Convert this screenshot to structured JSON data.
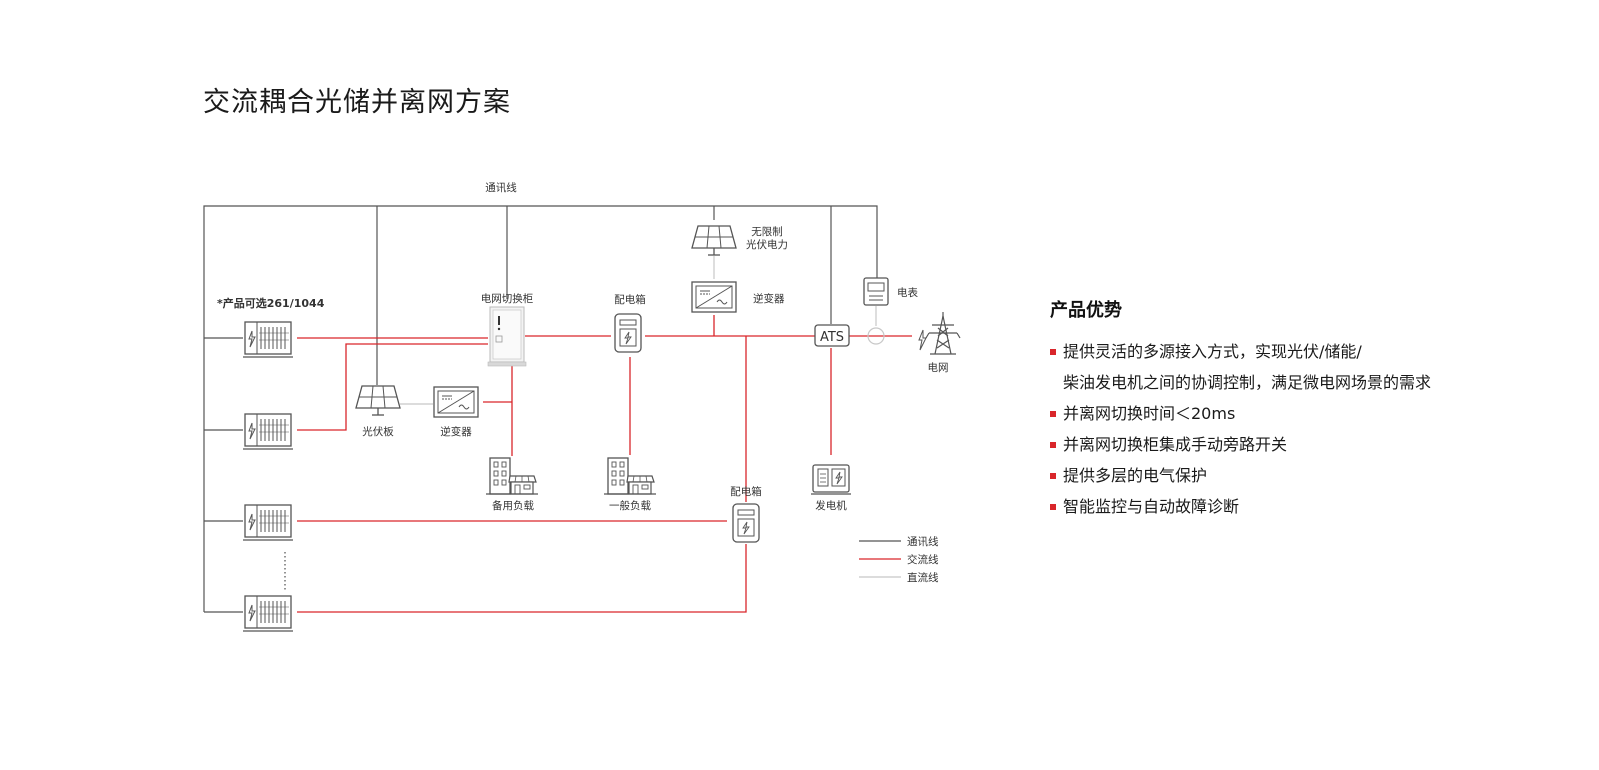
{
  "title": "交流耦合光储并离网方案",
  "diagram": {
    "labels": {
      "comm_line": "通讯线",
      "optional_products": "*产品可选261/1044",
      "grid_switch_cabinet": "电网切换柜",
      "distribution_box_1": "配电箱",
      "distribution_box_2": "配电箱",
      "unlimited_pv_1": "无限制",
      "unlimited_pv_2": "光伏电力",
      "inverter_top": "逆变器",
      "meter": "电表",
      "ats": "ATS",
      "grid": "电网",
      "pv_panel": "光伏板",
      "inverter_left": "逆变器",
      "backup_load": "备用负载",
      "general_load": "一般负载",
      "generator": "发电机"
    },
    "legend": [
      {
        "label": "通讯线",
        "color": "#555555"
      },
      {
        "label": "交流线",
        "color": "#d9262b"
      },
      {
        "label": "直流线",
        "color": "#c8c8c8"
      }
    ]
  },
  "advantages": {
    "title": "产品优势",
    "items": [
      {
        "line1": "提供灵活的多源接入方式，实现光伏/储能/",
        "line2": "柴油发电机之间的协调控制，满足微电网场景的需求"
      },
      {
        "line1": "并离网切换时间＜20ms"
      },
      {
        "line1": "并离网切换柜集成手动旁路开关"
      },
      {
        "line1": "提供多层的电气保护"
      },
      {
        "line1": "智能监控与自动故障诊断"
      }
    ]
  },
  "colors": {
    "ac": "#d9262b",
    "comm": "#555555",
    "dc": "#c8c8c8",
    "icon": "#555555"
  }
}
